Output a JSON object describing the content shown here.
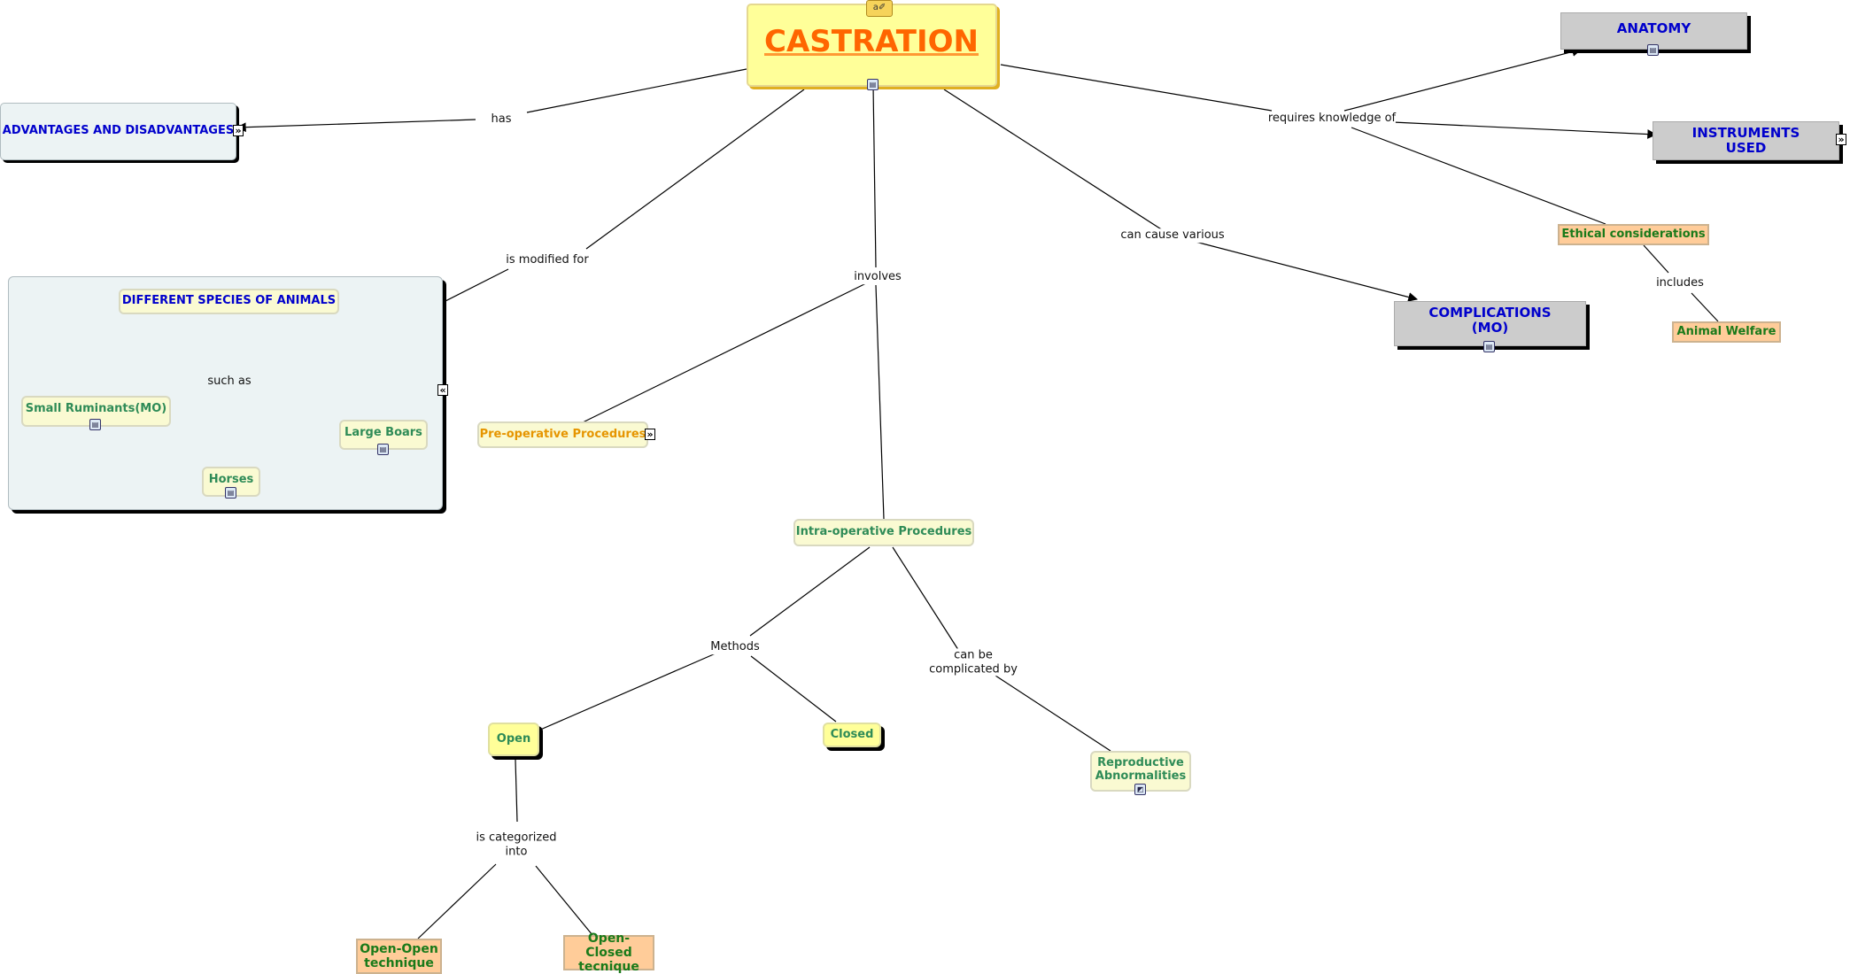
{
  "title": "CASTRATION",
  "nodes": {
    "advantages": "ADVANTAGES AND DISADVANTAGES",
    "species": "DIFFERENT SPECIES OF ANIMALS",
    "small_ruminants": "Small Ruminants(MO)",
    "large_boars": "Large Boars",
    "horses": "Horses",
    "preoperative": "Pre-operative Procedures",
    "intraoperative": "Intra-operative Procedures",
    "open": "Open",
    "closed": "Closed",
    "open_open": "Open-Open\ntechnique",
    "open_closed": "Open-Closed\ntecnique",
    "reproductive": "Reproductive\nAbnormalities",
    "anatomy": "ANATOMY",
    "instruments": "INSTRUMENTS\nUSED",
    "ethical": "Ethical considerations",
    "animal_welfare": "Animal Welfare",
    "complications": "COMPLICATIONS\n(MO)"
  },
  "link_labels": {
    "has": "has",
    "is_modified_for": "is modified for",
    "such_as": "such as",
    "involves": "involves",
    "methods": "Methods",
    "can_be_complicated_by": "can be\ncomplicated by",
    "is_categorized_into": "is categorized\ninto",
    "can_cause_various": "can cause various",
    "requires_knowledge_of": "requires knowledge of",
    "includes": "includes"
  },
  "colors": {
    "title_text": "#ff6600",
    "title_bg": "#ffff99",
    "node_blue_text": "#0000cc",
    "node_green_text": "#2e8b57",
    "preop_text": "#e69500",
    "grey_bg": "#cccccc",
    "orange_bg": "#ffcc99"
  }
}
